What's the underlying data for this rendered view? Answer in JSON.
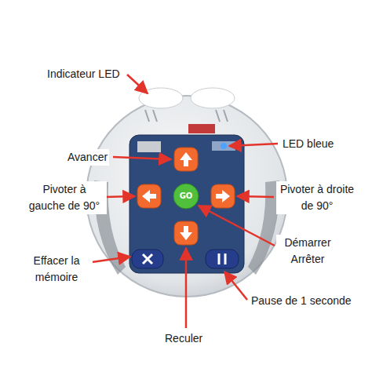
{
  "diagram": {
    "labels": [
      "Indicateur LED",
      "LED bleue",
      "Avancer",
      "Pivoter à gauche de 90°",
      "Pivoter à droite de 90°",
      "Démarrer Arrêter",
      "Effacer la mémoire",
      "Reculer",
      "Pause de 1 seconde",
      "GO"
    ]
  }
}
